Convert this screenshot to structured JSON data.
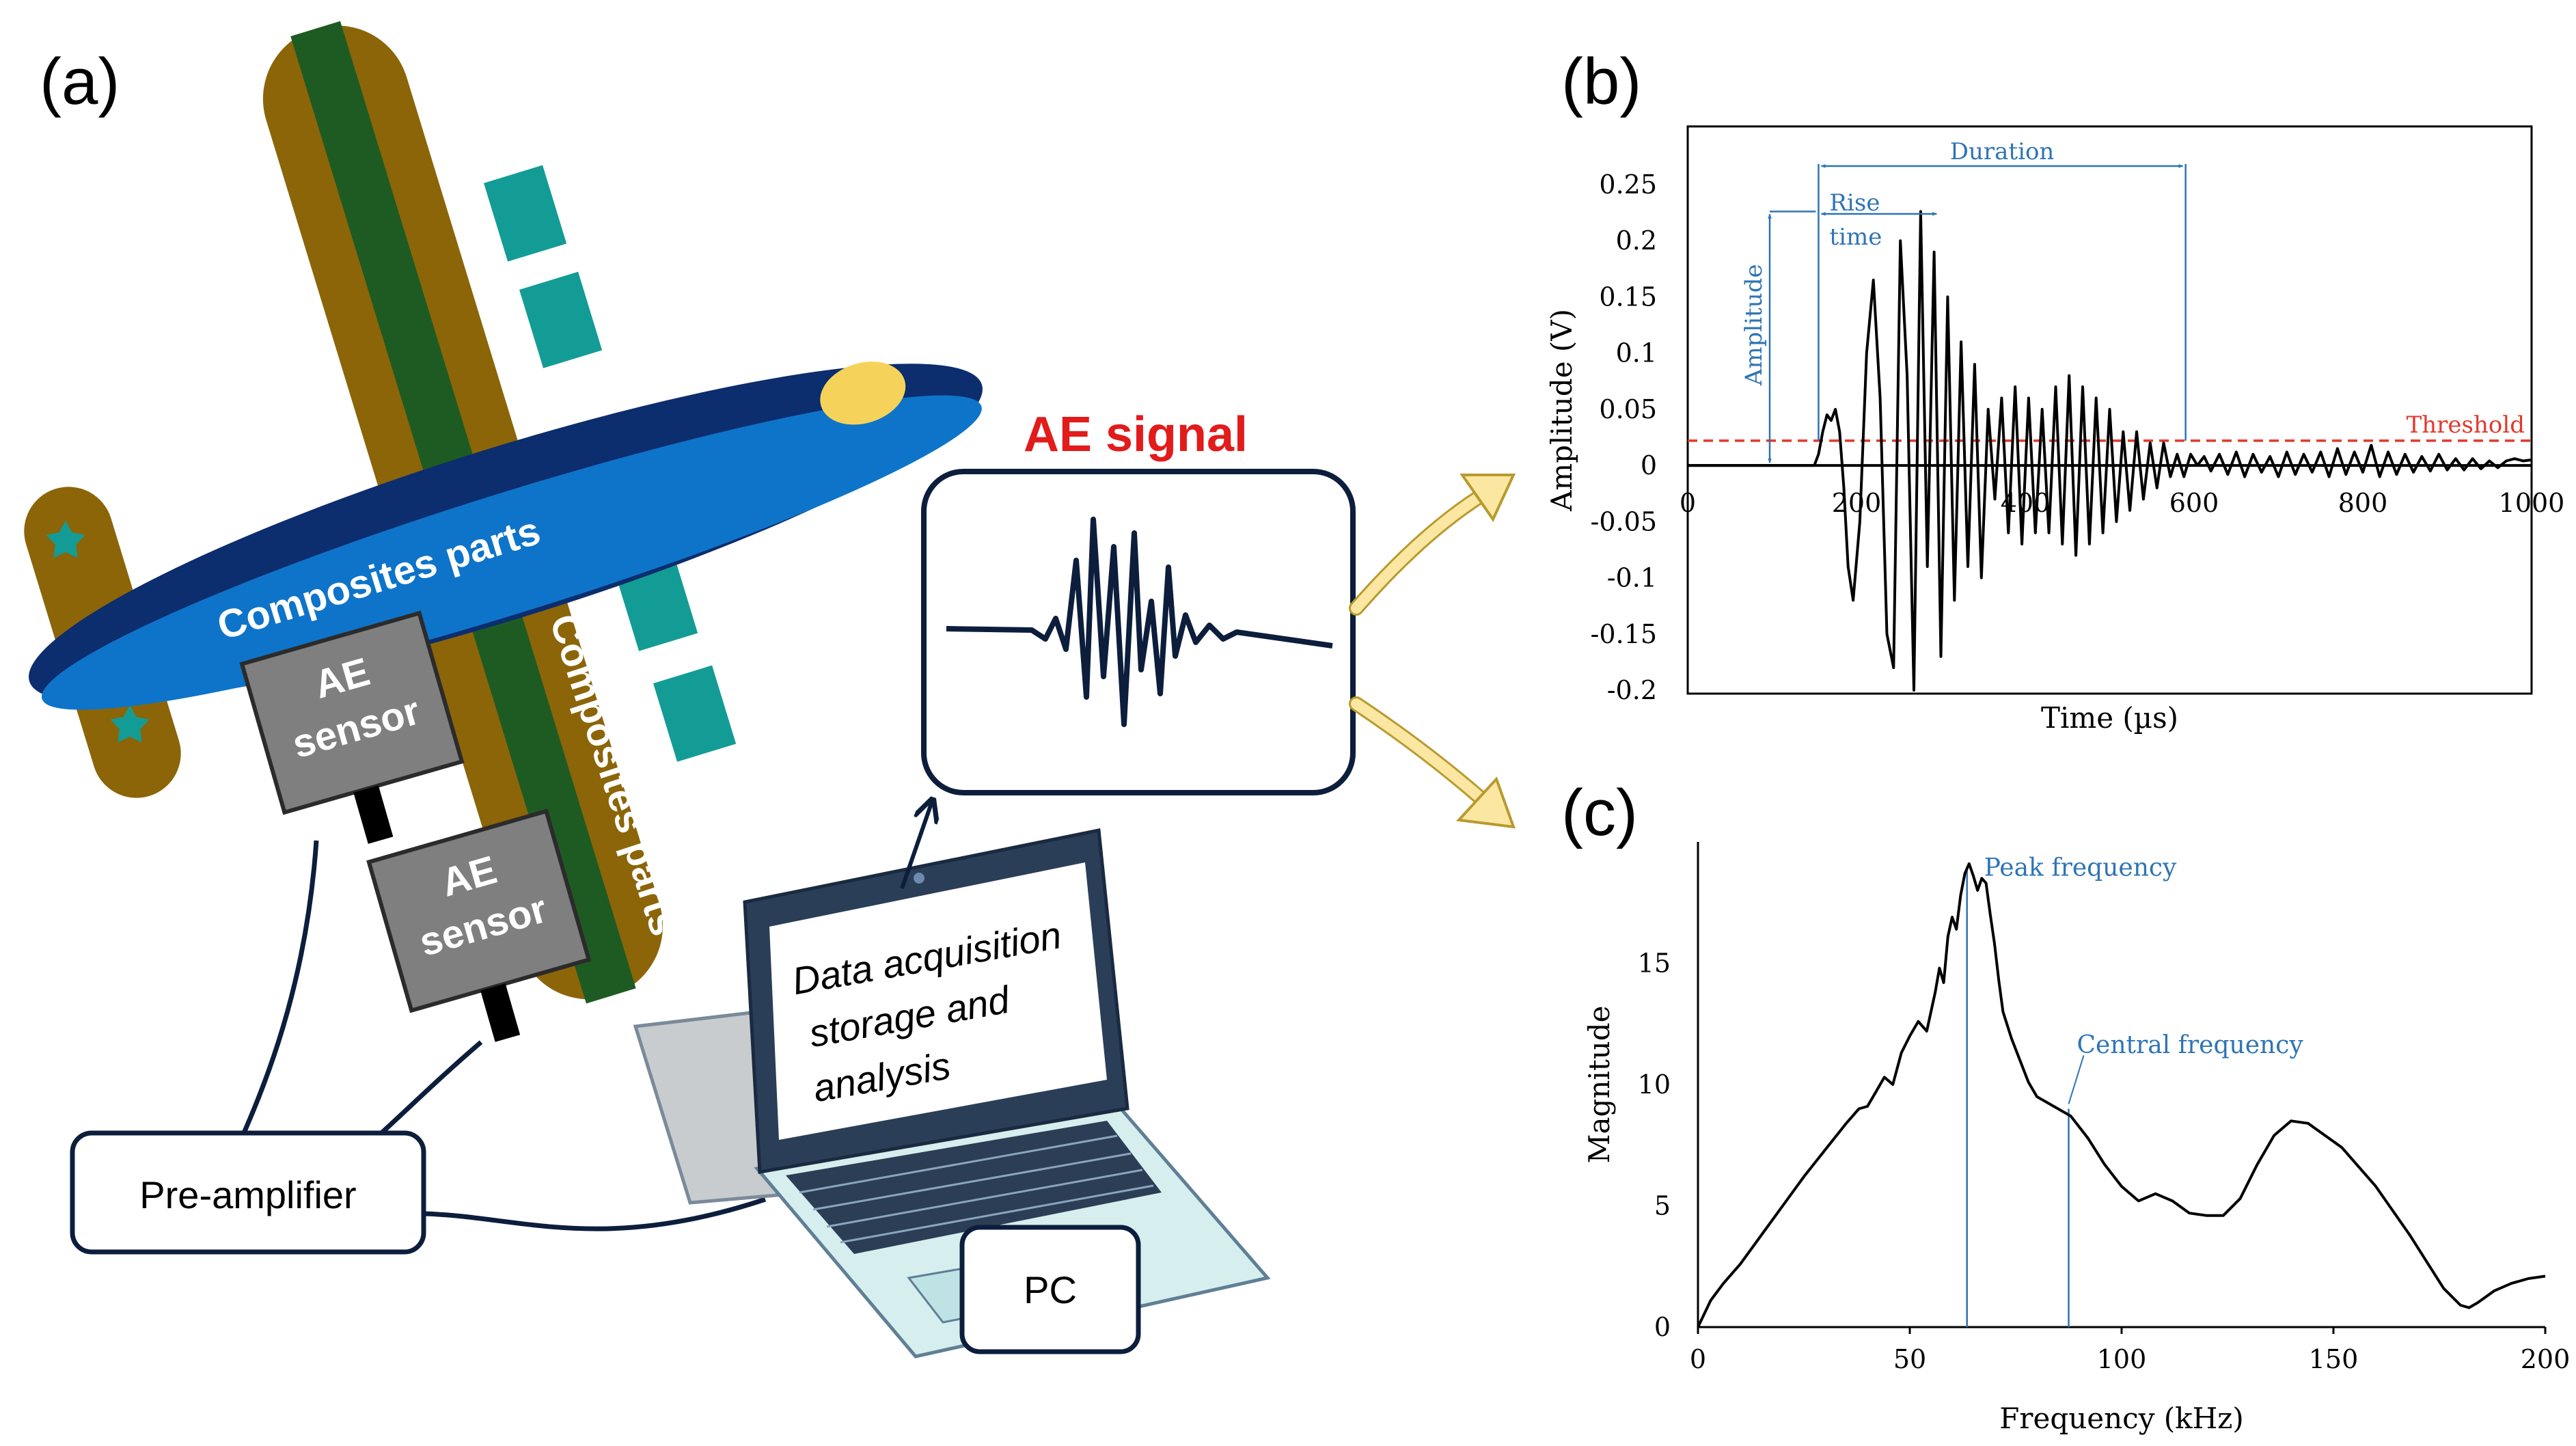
{
  "panel_labels": {
    "a": "(a)",
    "b": "(b)",
    "c": "(c)"
  },
  "airplane": {
    "fuselage_label": "Composites parts",
    "wing_label": "Composites parts"
  },
  "sensors": [
    {
      "line1": "AE",
      "line2": "sensor"
    },
    {
      "line1": "AE",
      "line2": "sensor"
    }
  ],
  "preamplifier": {
    "label": "Pre-amplifier"
  },
  "pc": {
    "label": "PC"
  },
  "laptop_screen": {
    "line1": "Data acquisition",
    "line2": "storage and",
    "line3": "analysis"
  },
  "ae_signal": {
    "title": "AE signal"
  },
  "colors": {
    "wing_brown": "#8B6508",
    "wing_stripe": "#1E5B23",
    "engine_teal": "#139C95",
    "fuselage_dark": "#0C2D6E",
    "fuselage_blue": "#0E74C9",
    "cockpit_yellow": "#F5D35A",
    "sensor_gray": "#7F7F7F",
    "signal_title_red": "#E21B1B",
    "annotation_blue": "#2E74B5",
    "threshold_red": "#E2382B",
    "arrow_yellow": "#FBE7A1"
  },
  "chart_data": [
    {
      "type": "line",
      "xlabel": "Time (µs)",
      "ylabel": "Amplitude (V)",
      "xlim": [
        0,
        1000
      ],
      "ylim": [
        -0.2,
        0.25
      ],
      "xticks": [
        "0",
        "200",
        "400",
        "600",
        "800",
        "1000"
      ],
      "yticks": [
        "0.25",
        "0.2",
        "0.15",
        "0.1",
        "0.05",
        "0",
        "-0.05",
        "-0.1",
        "-0.15",
        "-0.2"
      ],
      "threshold": {
        "value": 0.022,
        "label": "Threshold"
      },
      "annotations": {
        "amplitude": "Amplitude",
        "rise_time_1": "Rise",
        "rise_time_2": "time",
        "duration": "Duration"
      },
      "annotation_values": {
        "signal_start": 155,
        "peak_time": 255,
        "signal_end": 590,
        "peak_amplitude": 0.226
      },
      "series": [
        {
          "x": [
            0,
            150,
            155,
            160,
            165,
            170,
            175,
            180,
            185,
            190,
            196,
            204,
            212,
            220,
            228,
            236,
            244,
            252,
            260,
            268,
            276,
            284,
            292,
            300,
            308,
            316,
            324,
            332,
            340,
            348,
            356,
            364,
            372,
            380,
            388,
            396,
            404,
            412,
            420,
            428,
            436,
            444,
            452,
            460,
            468,
            476,
            484,
            492,
            500,
            508,
            516,
            524,
            532,
            540,
            548,
            556,
            564,
            572,
            580,
            588,
            596,
            604,
            612,
            620,
            630,
            640,
            650,
            660,
            670,
            680,
            690,
            700,
            710,
            720,
            730,
            740,
            750,
            760,
            770,
            780,
            790,
            800,
            810,
            820,
            830,
            840,
            850,
            860,
            870,
            880,
            890,
            900,
            910,
            920,
            930,
            940,
            950,
            960,
            970,
            980,
            990,
            1000
          ],
          "y": [
            0,
            0,
            0.01,
            0.03,
            0.045,
            0.04,
            0.05,
            0.03,
            -0.02,
            -0.09,
            -0.12,
            -0.05,
            0.1,
            0.165,
            0.06,
            -0.15,
            -0.18,
            0.2,
            0.08,
            -0.2,
            0.226,
            -0.09,
            0.19,
            -0.17,
            0.15,
            -0.12,
            0.11,
            -0.09,
            0.09,
            -0.1,
            0.05,
            -0.03,
            0.06,
            -0.06,
            0.07,
            -0.07,
            0.06,
            -0.06,
            0.05,
            -0.06,
            0.07,
            -0.07,
            0.08,
            -0.08,
            0.07,
            -0.07,
            0.06,
            -0.06,
            0.05,
            -0.05,
            0.03,
            -0.04,
            0.03,
            -0.03,
            0.02,
            -0.02,
            0.02,
            -0.01,
            0.01,
            -0.01,
            0.01,
            0.0,
            0.008,
            -0.005,
            0.01,
            -0.008,
            0.012,
            -0.01,
            0.01,
            -0.006,
            0.008,
            -0.01,
            0.012,
            -0.008,
            0.01,
            -0.006,
            0.012,
            -0.01,
            0.015,
            -0.008,
            0.012,
            -0.006,
            0.018,
            -0.01,
            0.012,
            -0.008,
            0.01,
            -0.006,
            0.008,
            -0.005,
            0.01,
            -0.004,
            0.006,
            -0.004,
            0.006,
            -0.003,
            0.004,
            -0.002,
            0.004,
            0.006,
            0.004,
            0.005
          ]
        }
      ]
    },
    {
      "type": "line",
      "xlabel": "Frequency (kHz)",
      "ylabel": "Magnitude",
      "xlim": [
        0,
        200
      ],
      "ylim": [
        0,
        20
      ],
      "xticks": [
        "0",
        "50",
        "100",
        "150",
        "200"
      ],
      "yticks": [
        "15",
        "10",
        "5",
        "0"
      ],
      "annotations": {
        "peak_frequency": "Peak frequency",
        "central_frequency": "Central frequency"
      },
      "annotation_values": {
        "peak_frequency_khz": 63.5,
        "central_frequency_khz": 87.5
      },
      "series": [
        {
          "x": [
            0,
            3,
            6,
            10,
            15,
            20,
            25,
            30,
            35,
            38,
            40,
            42,
            44,
            46,
            48,
            50,
            52,
            54,
            56,
            57,
            58,
            59,
            60,
            61,
            62,
            63,
            64,
            65,
            66,
            67,
            68,
            69,
            70,
            71,
            72,
            74,
            76,
            78,
            80,
            84,
            88,
            92,
            96,
            100,
            104,
            108,
            112,
            116,
            120,
            124,
            128,
            132,
            136,
            140,
            144,
            148,
            152,
            156,
            160,
            164,
            168,
            172,
            176,
            180,
            182,
            184,
            188,
            192,
            196,
            200
          ],
          "y": [
            0,
            1.1,
            1.8,
            2.6,
            3.8,
            5.0,
            6.2,
            7.3,
            8.4,
            9.0,
            9.1,
            9.7,
            10.3,
            10.0,
            11.3,
            12.0,
            12.6,
            12.2,
            13.8,
            14.8,
            14.2,
            16.1,
            16.9,
            16.4,
            17.8,
            18.7,
            19.1,
            18.6,
            18.0,
            18.5,
            18.3,
            17.0,
            15.8,
            14.3,
            13.0,
            11.9,
            11.0,
            10.1,
            9.5,
            9.1,
            8.7,
            7.8,
            6.7,
            5.8,
            5.2,
            5.5,
            5.2,
            4.7,
            4.6,
            4.6,
            5.3,
            6.7,
            7.9,
            8.5,
            8.4,
            7.9,
            7.4,
            6.6,
            5.8,
            4.8,
            3.8,
            2.7,
            1.6,
            0.9,
            0.8,
            1.0,
            1.5,
            1.8,
            2.0,
            2.1
          ]
        }
      ]
    }
  ]
}
